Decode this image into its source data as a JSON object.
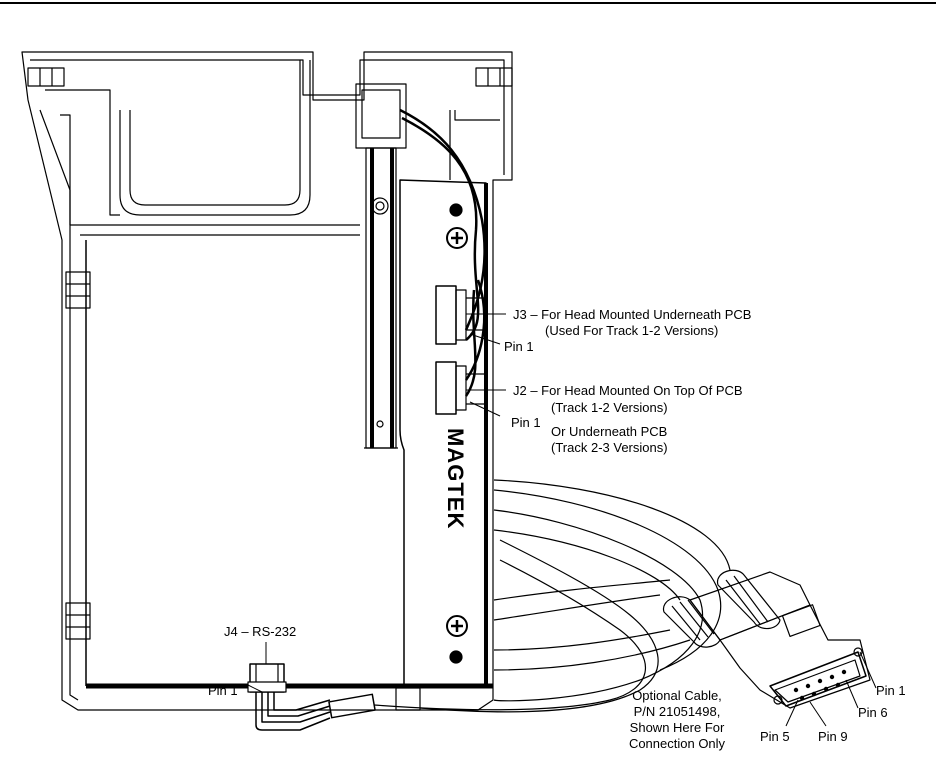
{
  "labels": {
    "j3_title": "J3 – For Head Mounted Underneath PCB",
    "j3_sub": "(Used For Track 1-2 Versions)",
    "j3_pin": "Pin 1",
    "j2_title": "J2 – For Head Mounted On Top Of PCB",
    "j2_sub": "(Track 1-2 Versions)",
    "j2_pin": "Pin 1",
    "or_line1": "Or Underneath PCB",
    "or_line2": "(Track 2-3 Versions)",
    "j4_title": "J4 – RS-232",
    "j4_pin": "Pin 1",
    "cable_line1": "Optional Cable,",
    "cable_line2": "P/N 21051498,",
    "cable_line3": "Shown Here For",
    "cable_line4": "Connection Only",
    "db9_pin1": "Pin 1",
    "db9_pin6": "Pin 6",
    "db9_pin5": "Pin 5",
    "db9_pin9": "Pin 9",
    "brand": "MAGTEK"
  },
  "icons": [
    "screw-icon",
    "mounting-hole-icon",
    "connector-icon",
    "db9-plug-icon"
  ]
}
